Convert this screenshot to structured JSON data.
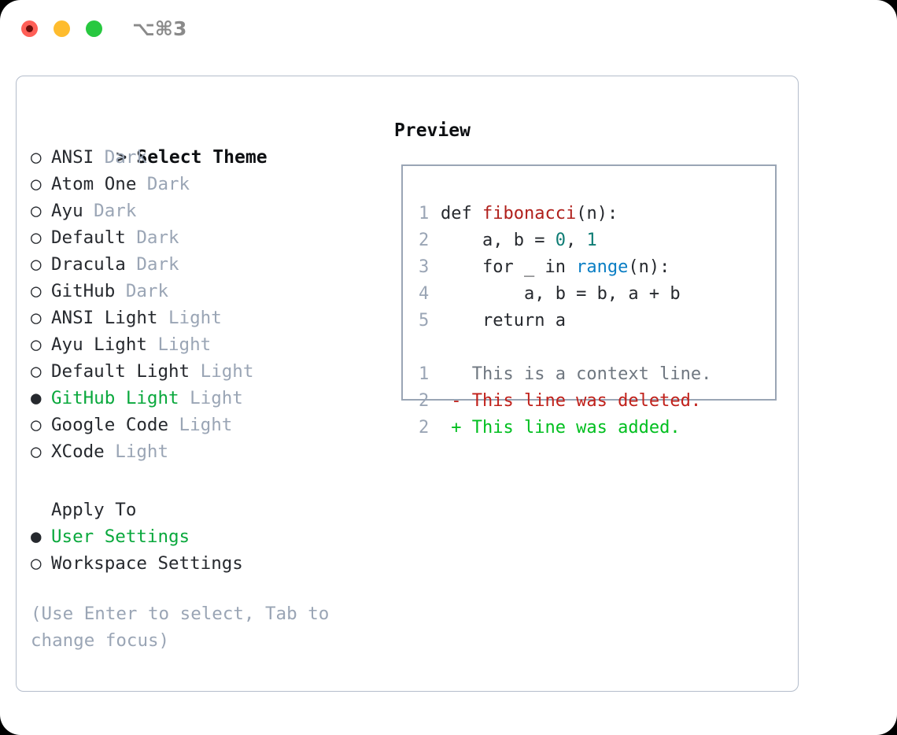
{
  "titlebar": {
    "shortcut": "⌥⌘3",
    "buttons": [
      {
        "name": "close",
        "color": "#ff5f57"
      },
      {
        "name": "minimize",
        "color": "#febc2e"
      },
      {
        "name": "maximize",
        "color": "#28c840"
      }
    ]
  },
  "theme_picker": {
    "header_marker": ">",
    "header": "Select Theme",
    "unselected_marker": "○",
    "selected_marker": "●",
    "items": [
      {
        "label": "ANSI",
        "variant": "Dark",
        "selected": false
      },
      {
        "label": "Atom One",
        "variant": "Dark",
        "selected": false
      },
      {
        "label": "Ayu",
        "variant": "Dark",
        "selected": false
      },
      {
        "label": "Default",
        "variant": "Dark",
        "selected": false
      },
      {
        "label": "Dracula",
        "variant": "Dark",
        "selected": false
      },
      {
        "label": "GitHub",
        "variant": "Dark",
        "selected": false
      },
      {
        "label": "ANSI Light",
        "variant": "Light",
        "selected": false
      },
      {
        "label": "Ayu Light",
        "variant": "Light",
        "selected": false
      },
      {
        "label": "Default Light",
        "variant": "Light",
        "selected": false
      },
      {
        "label": "GitHub Light",
        "variant": "Light",
        "selected": true
      },
      {
        "label": "Google Code",
        "variant": "Light",
        "selected": false
      },
      {
        "label": "XCode",
        "variant": "Light",
        "selected": false
      }
    ]
  },
  "apply_to": {
    "title": "Apply To",
    "items": [
      {
        "label": "User Settings",
        "selected": true
      },
      {
        "label": "Workspace Settings",
        "selected": false
      }
    ]
  },
  "hint": "(Use Enter to select, Tab to change focus)",
  "preview": {
    "title": "Preview",
    "code_lines": [
      {
        "number": "1",
        "tokens": [
          {
            "text": "def ",
            "type": "plain"
          },
          {
            "text": "fibonacci",
            "type": "function"
          },
          {
            "text": "(n):",
            "type": "plain"
          }
        ]
      },
      {
        "number": "2",
        "tokens": [
          {
            "text": "    a, b = ",
            "type": "plain"
          },
          {
            "text": "0",
            "type": "number"
          },
          {
            "text": ", ",
            "type": "plain"
          },
          {
            "text": "1",
            "type": "number"
          }
        ]
      },
      {
        "number": "3",
        "tokens": [
          {
            "text": "    for _ in ",
            "type": "plain"
          },
          {
            "text": "range",
            "type": "call"
          },
          {
            "text": "(n):",
            "type": "plain"
          }
        ]
      },
      {
        "number": "4",
        "tokens": [
          {
            "text": "        a, b = b, a + b",
            "type": "plain"
          }
        ]
      },
      {
        "number": "5",
        "tokens": [
          {
            "text": "    return a",
            "type": "plain"
          }
        ]
      }
    ],
    "diff_lines": [
      {
        "number": "1",
        "sign": " ",
        "text": "This is a context line.",
        "kind": "context"
      },
      {
        "number": "2",
        "sign": "-",
        "text": "This line was deleted.",
        "kind": "deleted"
      },
      {
        "number": "2",
        "sign": "+",
        "text": "This line was added.",
        "kind": "added"
      }
    ]
  },
  "colors": {
    "accent_green": "#09a83c",
    "dim_gray": "#9aa5b5",
    "text": "#26292e",
    "border": "#b4bdcb",
    "preview_border": "#9aa5b5",
    "fn_red": "#b0201c",
    "num_teal": "#0e7c74",
    "call_blue": "#0a7ec4",
    "diff_del": "#c0201a",
    "diff_add": "#00bf1f",
    "diff_ctx": "#6f7780"
  }
}
